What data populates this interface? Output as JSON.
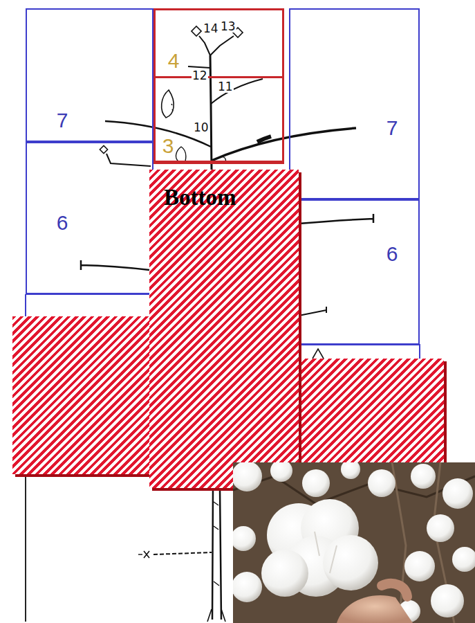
{
  "diagram": {
    "nodes": [
      {
        "text": [
          "7"
        ]
      },
      {
        "text": [
          "4"
        ]
      },
      {
        "text": [
          "7"
        ]
      },
      {
        "text": [
          "3"
        ]
      },
      {
        "text": [
          "6"
        ]
      },
      {
        "text": [
          "Bottom"
        ]
      },
      {
        "text": [
          "6"
        ]
      }
    ],
    "labels": [
      "14",
      "13",
      "12",
      "11",
      "10"
    ]
  }
}
